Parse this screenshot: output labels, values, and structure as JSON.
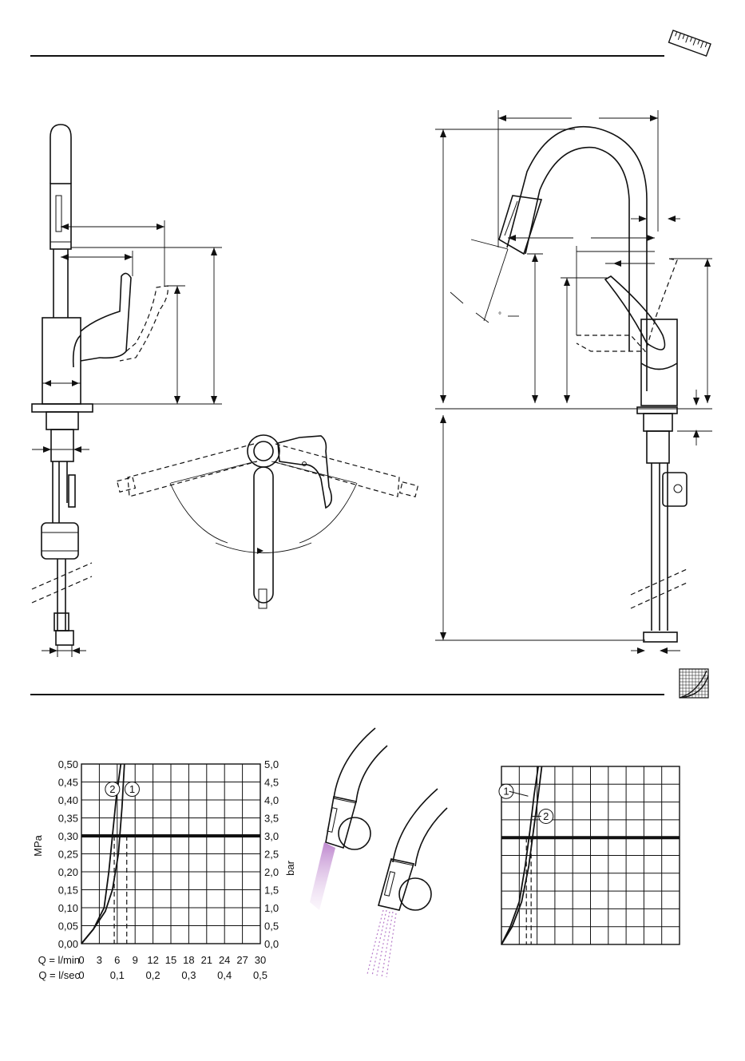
{
  "icons": {
    "ruler": "ruler-icon",
    "flow_chart": "flow-chart-icon"
  },
  "drawings": {
    "swivel_angle_symbol": "°"
  },
  "chart_data": [
    {
      "type": "line",
      "title": "",
      "ylabel_left": "MPa",
      "ylabel_right": "bar",
      "x_row1_label": "Q = l/min",
      "x_row2_label": "Q = l/sec",
      "x_ticks_lmin": [
        "0",
        "3",
        "6",
        "9",
        "12",
        "15",
        "18",
        "21",
        "24",
        "27",
        "30"
      ],
      "x_ticks_lsec": [
        "0",
        "0,1",
        "0,2",
        "0,3",
        "0,4",
        "0,5"
      ],
      "y_ticks_mpa": [
        "0,00",
        "0,05",
        "0,10",
        "0,15",
        "0,20",
        "0,25",
        "0,30",
        "0,35",
        "0,40",
        "0,45",
        "0,50"
      ],
      "y_ticks_bar": [
        "0,0",
        "0,5",
        "1,0",
        "1,5",
        "2,0",
        "2,5",
        "3,0",
        "3,5",
        "4,0",
        "4,5",
        "5,0"
      ],
      "xlim": [
        0,
        30
      ],
      "ylim": [
        0,
        0.5
      ],
      "grid": true,
      "reference_line_mpa": 0.3,
      "series": [
        {
          "name": "1",
          "x": [
            0,
            2,
            4,
            5.2,
            6.2,
            6.8,
            7.2
          ],
          "y": [
            0,
            0.04,
            0.09,
            0.15,
            0.25,
            0.38,
            0.5
          ]
        },
        {
          "name": "2",
          "x": [
            0,
            2,
            3.8,
            4.6,
            5.2,
            5.8,
            6.6
          ],
          "y": [
            0,
            0.04,
            0.1,
            0.2,
            0.3,
            0.4,
            0.5
          ]
        }
      ],
      "dashed_markers_lmin": [
        5.5,
        7.6
      ]
    },
    {
      "type": "line",
      "title": "",
      "grid": true,
      "xlim": [
        0,
        30
      ],
      "ylim": [
        0,
        0.5
      ],
      "reference_line_mpa": 0.3,
      "series": [
        {
          "name": "1",
          "x": [
            0,
            1.5,
            3,
            4,
            4.8,
            5.5,
            6.2
          ],
          "y": [
            0,
            0.05,
            0.12,
            0.22,
            0.32,
            0.42,
            0.5
          ]
        },
        {
          "name": "2",
          "x": [
            0,
            1.8,
            3.4,
            4.6,
            5.4,
            6.2,
            6.8
          ],
          "y": [
            0,
            0.05,
            0.12,
            0.22,
            0.32,
            0.42,
            0.5
          ]
        }
      ],
      "dashed_markers_lmin": [
        4.2,
        5.0
      ]
    }
  ]
}
